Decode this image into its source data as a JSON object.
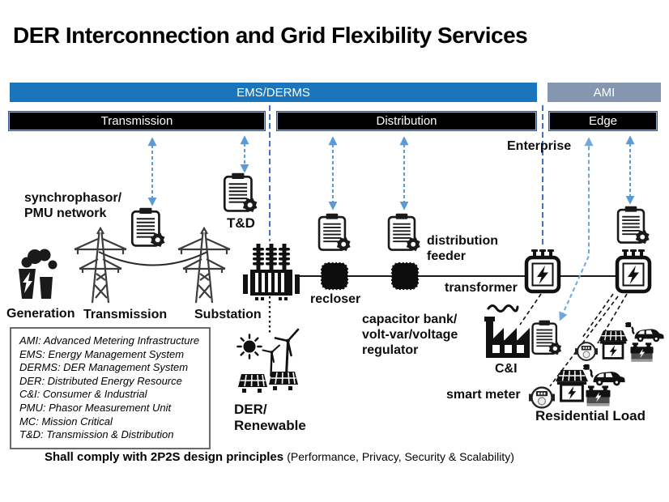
{
  "title": "DER Interconnection and Grid Flexibility Services",
  "layers": {
    "ems_derms": "EMS/DERMS",
    "ami": "AMI"
  },
  "domains": {
    "transmission": "Transmission",
    "distribution": "Distribution",
    "edge": "Edge"
  },
  "labels": {
    "enterprise": "Enterprise",
    "pmu1": "synchrophasor/",
    "pmu2": "PMU network",
    "td": "T&D",
    "generation": "Generation",
    "transmission": "Transmission",
    "substation": "Substation",
    "recloser": "recloser",
    "feeder1": "distribution",
    "feeder2": "feeder",
    "capbank1": "capacitor bank/",
    "capbank2": "volt-var/voltage",
    "capbank3": "regulator",
    "transformer": "transformer",
    "der1": "DER/",
    "der2": "Renewable",
    "ci": "C&I",
    "smart_meter": "smart meter",
    "residential": "Residential Load"
  },
  "legend": {
    "items": [
      "AMI: Advanced Metering Infrastructure",
      "EMS: Energy Management System",
      "DERMS: DER Management System",
      "DER: Distributed Energy Resource",
      "C&I: Consumer & Industrial",
      "PMU: Phasor Measurement Unit",
      "MC: Mission Critical",
      "T&D: Transmission & Distribution"
    ]
  },
  "footer": {
    "bold": "Shall comply with 2P2S design principles",
    "note": "(Performance, Privacy, Security & Scalability)"
  },
  "colors": {
    "ems_bar": "#1b75bc",
    "ami_bar": "#8496b0",
    "domain_bar": "#000000",
    "arrow_blue": "#5b9bd5",
    "separator_blue": "#4472c4"
  }
}
